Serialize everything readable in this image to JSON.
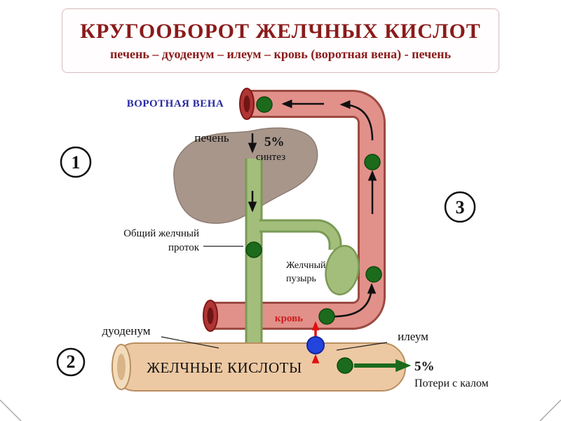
{
  "title": {
    "line1": "КРУГООБОРОТ ЖЕЛЧНЫХ КИСЛОТ",
    "line2": "печень – дуоденум – илеум – кровь (воротная вена) - печень"
  },
  "labels": {
    "portal_vein": "ВОРОТНАЯ ВЕНА",
    "liver": "печень",
    "synthesis_pct": "5%",
    "synthesis": "синтез",
    "common_duct_line1": "Общий желчный",
    "common_duct_line2": "проток",
    "gallbladder_line1": "Желчный",
    "gallbladder_line2": "пузырь",
    "blood": "кровь",
    "duodenum": "дуоденум",
    "ileum": "илеум",
    "bile_acids": "ЖЕЛЧНЫЕ КИСЛОТЫ",
    "fecal_loss_pct": "5%",
    "fecal_loss": "Потери с калом"
  },
  "markers": {
    "n1": "1",
    "n2": "2",
    "n3": "3"
  },
  "colors": {
    "title_text": "#8B1A1A",
    "vein_fill": "#E2908A",
    "vein_edge": "#9C4A42",
    "duct_fill": "#A3BE7B",
    "duct_edge": "#7A9A55",
    "liver_fill": "#A8968B",
    "intestine_fill": "#EDC9A3",
    "intestine_edge": "#B98F60",
    "intestine_cap_fill": "#F3DCBC",
    "dot_fill": "#1C6A1C",
    "portal_vein_text": "#2929A3",
    "blood_text": "#CC2020",
    "transporter_fill": "#2244DD",
    "arrow_red": "#E01010"
  }
}
